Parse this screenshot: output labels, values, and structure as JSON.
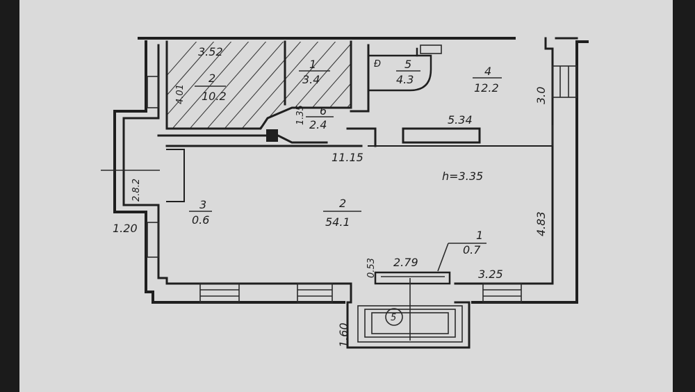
{
  "rooms": [
    {
      "number": "2",
      "area": "10.2"
    },
    {
      "number": "1",
      "area": "3.4"
    },
    {
      "number": "5",
      "area": "4.3"
    },
    {
      "number": "4",
      "area": "12.2"
    },
    {
      "number": "6",
      "area": "2.4"
    },
    {
      "number": "2",
      "area": "54.1"
    },
    {
      "number": "3",
      "area": "0.6"
    },
    {
      "number": "1",
      "area": "0.7"
    },
    {
      "number": "5",
      "area": ""
    }
  ],
  "dimensions": {
    "top_left": "3.52",
    "left_v1": "4.01",
    "left_v2": "2.8.2",
    "w_1_20": "1.20",
    "hall_width": "11.15",
    "corridor": "5.34",
    "right_v": "3.0",
    "right_v2": "4.83",
    "small_v": "1.35",
    "entry_w": "2.79",
    "entry_v": "0.53",
    "bottom_right": "3.25",
    "porch_v": "1.60"
  },
  "ceiling_height": "h=3.35"
}
